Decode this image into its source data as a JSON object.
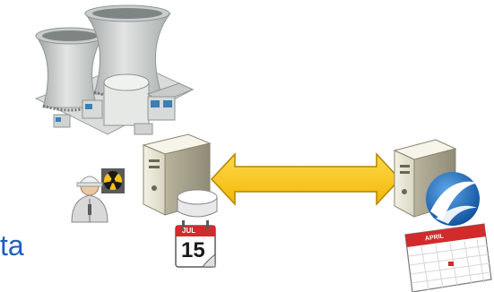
{
  "diagram": {
    "left_calendar": {
      "month": "JUL",
      "day": "15"
    },
    "right_calendar": {
      "month": "APRIL"
    },
    "partial_text": "ta"
  }
}
